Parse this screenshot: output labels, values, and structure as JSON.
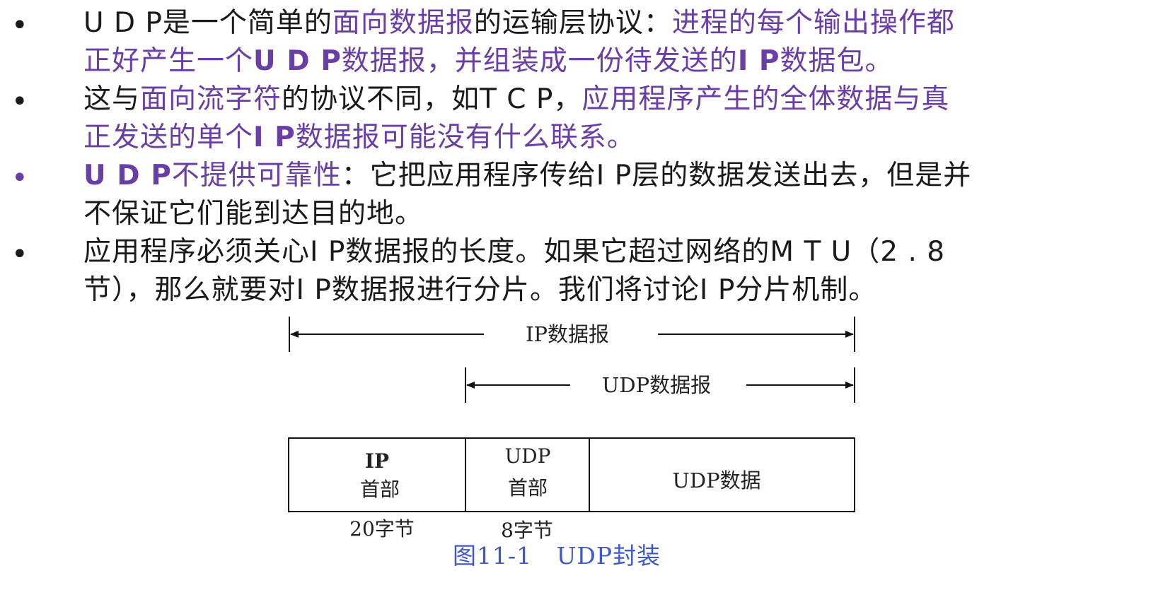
{
  "colors": {
    "accent": "#6a3ea6",
    "text": "#1a1a1a",
    "caption": "#3d58c9"
  },
  "bullets": [
    {
      "dot": "•",
      "dot_color": "#1a1a1a",
      "lines": [
        [
          {
            "t": "U D P是一个简单的",
            "hl": false
          },
          {
            "t": "面向数据报",
            "hl": true
          },
          {
            "t": "的运输层协议：",
            "hl": false
          },
          {
            "t": "进程的每个输出操作都",
            "hl": true
          }
        ],
        [
          {
            "t": "正好产生一个",
            "hl": true
          },
          {
            "t": "U D P",
            "hl": true,
            "b": true
          },
          {
            "t": "数据报，并组装成一份待发送的",
            "hl": true
          },
          {
            "t": "I P",
            "hl": true,
            "b": true
          },
          {
            "t": "数据包。",
            "hl": true
          }
        ]
      ]
    },
    {
      "dot": "•",
      "dot_color": "#1a1a1a",
      "lines": [
        [
          {
            "t": "这与",
            "hl": false
          },
          {
            "t": "面向流字符",
            "hl": true
          },
          {
            "t": "的协议不同，如T C P，",
            "hl": false
          },
          {
            "t": "应用程序产生的全体数据与真",
            "hl": true
          }
        ],
        [
          {
            "t": "正发送的单个",
            "hl": true
          },
          {
            "t": "I P",
            "hl": true,
            "b": true
          },
          {
            "t": "数据报可能没有什么联系。",
            "hl": true
          }
        ]
      ]
    },
    {
      "dot": "•",
      "dot_color": "#6a3ea6",
      "lines": [
        [
          {
            "t": "U D P",
            "hl": true,
            "b": true
          },
          {
            "t": "不提供可靠性",
            "hl": true
          },
          {
            "t": "：它把应用程序传给I P层的数据发送出去，但是并",
            "hl": false
          }
        ],
        [
          {
            "t": "不保证它们能到达目的地。",
            "hl": false
          }
        ]
      ]
    },
    {
      "dot": "•",
      "dot_color": "#1a1a1a",
      "lines": [
        [
          {
            "t": "应用程序必须关心I P数据报的长度。如果它超过网络的M T U（2 . 8",
            "hl": false
          }
        ],
        [
          {
            "t": "节），那么就要对I P数据报进行分片。我们将讨论I P分片机制。",
            "hl": false
          }
        ]
      ]
    }
  ],
  "diagram": {
    "ip_datagram_label": "IP数据报",
    "udp_datagram_label": "UDP数据报",
    "ip_header_label_1": "IP",
    "ip_header_label_2": "首部",
    "udp_header_label_1": "UDP",
    "udp_header_label_2": "首部",
    "udp_data_label": "UDP数据",
    "ip_header_size": "20字节",
    "udp_header_size": "8字节",
    "caption": "图11-1   UDP封装"
  }
}
